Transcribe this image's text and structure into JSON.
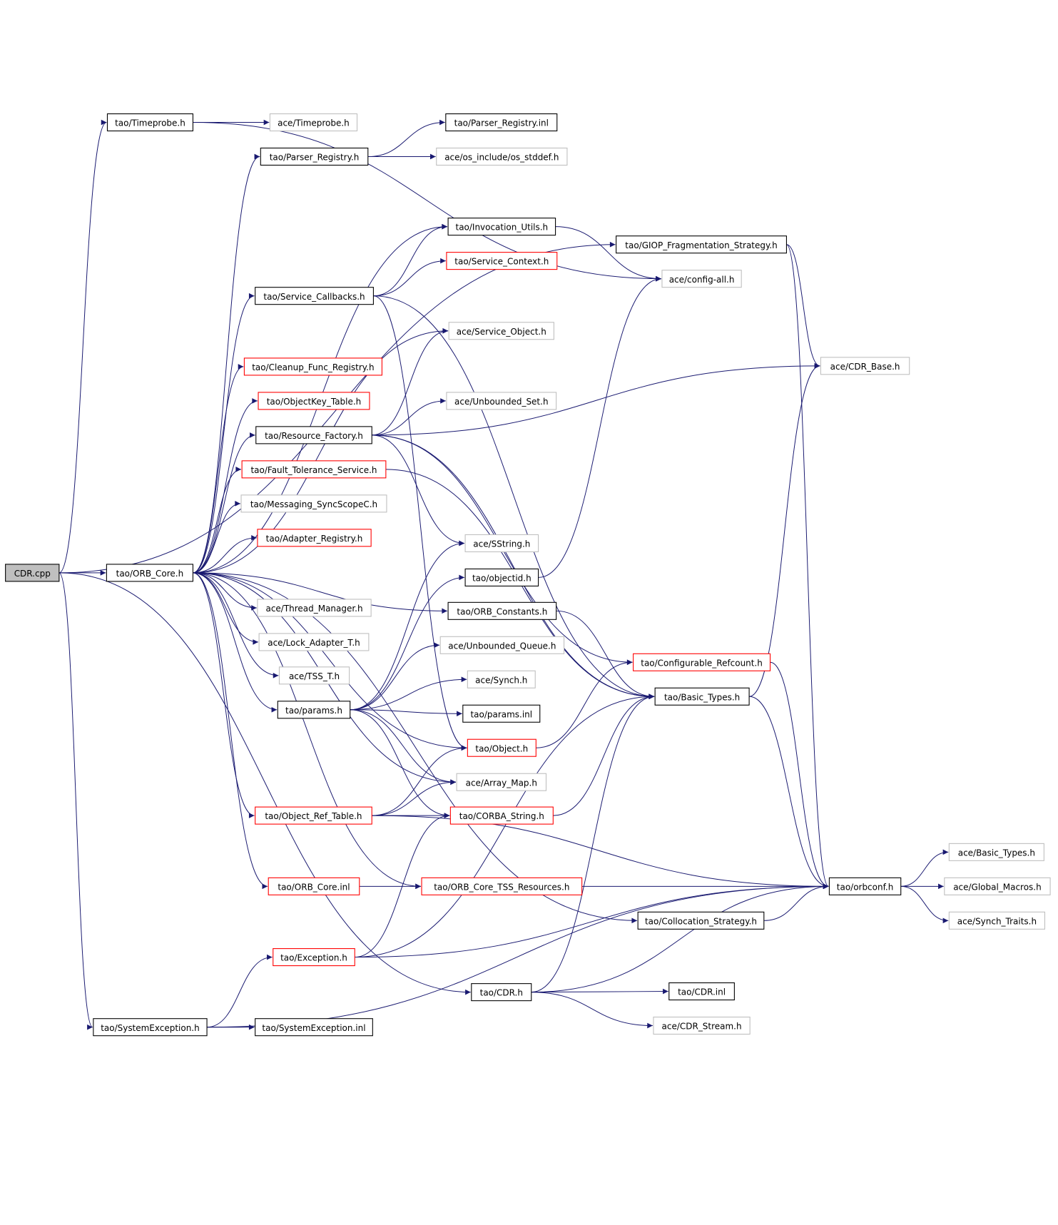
{
  "colors": {
    "edge": "#191970",
    "black_border": "#000000",
    "red_border": "#ff0000",
    "gray_border": "#bfbfbf",
    "root_fill": "#bfbfbf"
  },
  "nodes": [
    {
      "id": "cdr_cpp",
      "label": "CDR.cpp",
      "style": "root"
    },
    {
      "id": "orb_core_h",
      "label": "tao/ORB_Core.h",
      "style": "black"
    },
    {
      "id": "tao_timeprobe",
      "label": "tao/Timeprobe.h",
      "style": "black"
    },
    {
      "id": "ace_timeprobe",
      "label": "ace/Timeprobe.h",
      "style": "gray"
    },
    {
      "id": "parser_inl",
      "label": "tao/Parser_Registry.inl",
      "style": "black"
    },
    {
      "id": "parser_h",
      "label": "tao/Parser_Registry.h",
      "style": "black"
    },
    {
      "id": "os_stddef",
      "label": "ace/os_include/os_stddef.h",
      "style": "gray"
    },
    {
      "id": "invocation_utils",
      "label": "tao/Invocation_Utils.h",
      "style": "black"
    },
    {
      "id": "giop_frag",
      "label": "tao/GIOP_Fragmentation_Strategy.h",
      "style": "black"
    },
    {
      "id": "service_context",
      "label": "tao/Service_Context.h",
      "style": "red"
    },
    {
      "id": "config_all",
      "label": "ace/config-all.h",
      "style": "gray"
    },
    {
      "id": "service_callbacks",
      "label": "tao/Service_Callbacks.h",
      "style": "black"
    },
    {
      "id": "service_object",
      "label": "ace/Service_Object.h",
      "style": "gray"
    },
    {
      "id": "cleanup_func",
      "label": "tao/Cleanup_Func_Registry.h",
      "style": "red"
    },
    {
      "id": "cdr_base",
      "label": "ace/CDR_Base.h",
      "style": "gray"
    },
    {
      "id": "objectkey_table",
      "label": "tao/ObjectKey_Table.h",
      "style": "red"
    },
    {
      "id": "unbounded_set",
      "label": "ace/Unbounded_Set.h",
      "style": "gray"
    },
    {
      "id": "resource_factory",
      "label": "tao/Resource_Factory.h",
      "style": "black"
    },
    {
      "id": "fault_tolerance",
      "label": "tao/Fault_Tolerance_Service.h",
      "style": "red"
    },
    {
      "id": "messaging_sync",
      "label": "tao/Messaging_SyncScopeC.h",
      "style": "gray"
    },
    {
      "id": "sstring",
      "label": "ace/SString.h",
      "style": "gray"
    },
    {
      "id": "adapter_registry",
      "label": "tao/Adapter_Registry.h",
      "style": "red"
    },
    {
      "id": "objectid",
      "label": "tao/objectid.h",
      "style": "black"
    },
    {
      "id": "orb_constants",
      "label": "tao/ORB_Constants.h",
      "style": "black"
    },
    {
      "id": "thread_manager",
      "label": "ace/Thread_Manager.h",
      "style": "gray"
    },
    {
      "id": "lock_adapter",
      "label": "ace/Lock_Adapter_T.h",
      "style": "gray"
    },
    {
      "id": "unbounded_queue",
      "label": "ace/Unbounded_Queue.h",
      "style": "gray"
    },
    {
      "id": "configurable_refcount",
      "label": "tao/Configurable_Refcount.h",
      "style": "red"
    },
    {
      "id": "tss_t",
      "label": "ace/TSS_T.h",
      "style": "gray"
    },
    {
      "id": "synch",
      "label": "ace/Synch.h",
      "style": "gray"
    },
    {
      "id": "tao_basic_types",
      "label": "tao/Basic_Types.h",
      "style": "black"
    },
    {
      "id": "params_h",
      "label": "tao/params.h",
      "style": "black"
    },
    {
      "id": "params_inl",
      "label": "tao/params.inl",
      "style": "black"
    },
    {
      "id": "object_h",
      "label": "tao/Object.h",
      "style": "red"
    },
    {
      "id": "array_map",
      "label": "ace/Array_Map.h",
      "style": "gray"
    },
    {
      "id": "object_ref_table",
      "label": "tao/Object_Ref_Table.h",
      "style": "red"
    },
    {
      "id": "corba_string",
      "label": "tao/CORBA_String.h",
      "style": "red"
    },
    {
      "id": "ace_basic_types",
      "label": "ace/Basic_Types.h",
      "style": "gray"
    },
    {
      "id": "orb_core_inl",
      "label": "tao/ORB_Core.inl",
      "style": "red"
    },
    {
      "id": "orb_core_tss",
      "label": "tao/ORB_Core_TSS_Resources.h",
      "style": "red"
    },
    {
      "id": "orbconf",
      "label": "tao/orbconf.h",
      "style": "black"
    },
    {
      "id": "global_macros",
      "label": "ace/Global_Macros.h",
      "style": "gray"
    },
    {
      "id": "synch_traits",
      "label": "ace/Synch_Traits.h",
      "style": "gray"
    },
    {
      "id": "collocation",
      "label": "tao/Collocation_Strategy.h",
      "style": "black"
    },
    {
      "id": "exception_h",
      "label": "tao/Exception.h",
      "style": "red"
    },
    {
      "id": "cdr_h",
      "label": "tao/CDR.h",
      "style": "black"
    },
    {
      "id": "cdr_inl",
      "label": "tao/CDR.inl",
      "style": "black"
    },
    {
      "id": "cdr_stream",
      "label": "ace/CDR_Stream.h",
      "style": "gray"
    },
    {
      "id": "system_exception_h",
      "label": "tao/SystemException.h",
      "style": "black"
    },
    {
      "id": "system_exception_inl",
      "label": "tao/SystemException.inl",
      "style": "black"
    }
  ],
  "edges": [
    [
      "cdr_cpp",
      "orb_core_h"
    ],
    [
      "cdr_cpp",
      "tao_timeprobe"
    ],
    [
      "cdr_cpp",
      "giop_frag"
    ],
    [
      "cdr_cpp",
      "system_exception_h"
    ],
    [
      "cdr_cpp",
      "cdr_h"
    ],
    [
      "orb_core_h",
      "parser_h"
    ],
    [
      "orb_core_h",
      "invocation_utils"
    ],
    [
      "orb_core_h",
      "service_callbacks"
    ],
    [
      "orb_core_h",
      "service_object"
    ],
    [
      "orb_core_h",
      "cleanup_func"
    ],
    [
      "orb_core_h",
      "objectkey_table"
    ],
    [
      "orb_core_h",
      "resource_factory"
    ],
    [
      "orb_core_h",
      "fault_tolerance"
    ],
    [
      "orb_core_h",
      "messaging_sync"
    ],
    [
      "orb_core_h",
      "adapter_registry"
    ],
    [
      "orb_core_h",
      "orb_constants"
    ],
    [
      "orb_core_h",
      "thread_manager"
    ],
    [
      "orb_core_h",
      "lock_adapter"
    ],
    [
      "orb_core_h",
      "tss_t"
    ],
    [
      "orb_core_h",
      "params_h"
    ],
    [
      "orb_core_h",
      "object_h"
    ],
    [
      "orb_core_h",
      "array_map"
    ],
    [
      "orb_core_h",
      "object_ref_table"
    ],
    [
      "orb_core_h",
      "orb_core_inl"
    ],
    [
      "orb_core_h",
      "orb_core_tss"
    ],
    [
      "orb_core_h",
      "collocation"
    ],
    [
      "tao_timeprobe",
      "ace_timeprobe"
    ],
    [
      "tao_timeprobe",
      "config_all"
    ],
    [
      "parser_h",
      "parser_inl"
    ],
    [
      "parser_h",
      "os_stddef"
    ],
    [
      "invocation_utils",
      "config_all"
    ],
    [
      "giop_frag",
      "cdr_base"
    ],
    [
      "giop_frag",
      "orbconf"
    ],
    [
      "service_callbacks",
      "invocation_utils"
    ],
    [
      "service_callbacks",
      "service_context"
    ],
    [
      "service_callbacks",
      "tao_basic_types"
    ],
    [
      "service_callbacks",
      "object_h"
    ],
    [
      "resource_factory",
      "service_object"
    ],
    [
      "resource_factory",
      "unbounded_set"
    ],
    [
      "resource_factory",
      "cdr_base"
    ],
    [
      "resource_factory",
      "sstring"
    ],
    [
      "resource_factory",
      "configurable_refcount"
    ],
    [
      "resource_factory",
      "tao_basic_types"
    ],
    [
      "fault_tolerance",
      "tao_basic_types"
    ],
    [
      "params_h",
      "sstring"
    ],
    [
      "params_h",
      "objectid"
    ],
    [
      "params_h",
      "unbounded_queue"
    ],
    [
      "params_h",
      "synch"
    ],
    [
      "params_h",
      "params_inl"
    ],
    [
      "params_h",
      "array_map"
    ],
    [
      "params_h",
      "corba_string"
    ],
    [
      "objectid",
      "config_all"
    ],
    [
      "orb_constants",
      "tao_basic_types"
    ],
    [
      "configurable_refcount",
      "orbconf"
    ],
    [
      "tao_basic_types",
      "cdr_base"
    ],
    [
      "tao_basic_types",
      "orbconf"
    ],
    [
      "object_h",
      "configurable_refcount"
    ],
    [
      "object_ref_table",
      "object_h"
    ],
    [
      "object_ref_table",
      "array_map"
    ],
    [
      "object_ref_table",
      "corba_string"
    ],
    [
      "object_ref_table",
      "orbconf"
    ],
    [
      "corba_string",
      "tao_basic_types"
    ],
    [
      "orb_core_inl",
      "orb_core_tss"
    ],
    [
      "orb_core_tss",
      "orbconf"
    ],
    [
      "orbconf",
      "ace_basic_types"
    ],
    [
      "orbconf",
      "global_macros"
    ],
    [
      "orbconf",
      "synch_traits"
    ],
    [
      "collocation",
      "orbconf"
    ],
    [
      "exception_h",
      "corba_string"
    ],
    [
      "exception_h",
      "tao_basic_types"
    ],
    [
      "exception_h",
      "orbconf"
    ],
    [
      "cdr_h",
      "cdr_inl"
    ],
    [
      "cdr_h",
      "cdr_stream"
    ],
    [
      "cdr_h",
      "tao_basic_types"
    ],
    [
      "cdr_h",
      "orbconf"
    ],
    [
      "system_exception_h",
      "system_exception_inl"
    ],
    [
      "system_exception_h",
      "exception_h"
    ],
    [
      "system_exception_h",
      "orbconf"
    ]
  ]
}
